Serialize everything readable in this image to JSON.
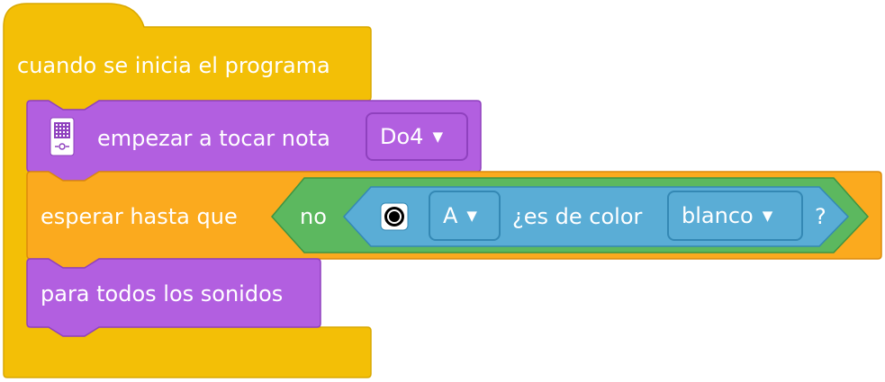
{
  "colors": {
    "event": "#F3BF06",
    "event_edge": "#D9A800",
    "sound": "#B25FE0",
    "sound_edge": "#8F41BE",
    "control": "#FBAA1E",
    "control_edge": "#DC8A0B",
    "operator": "#5CB85F",
    "operator_edge": "#3E9442",
    "sensing": "#5AADD6",
    "sensing_edge": "#3488B4"
  },
  "hat_block": {
    "label": "cuando se inicia el programa"
  },
  "play_note_block": {
    "icon": "hub-icon",
    "label": "empezar a tocar nota",
    "note_value": "Do4"
  },
  "wait_until_block": {
    "label": "esperar hasta que",
    "not_label": "no",
    "sensor_icon": "color-sensor-icon",
    "port_value": "A",
    "is_color_label": "¿es de color",
    "color_value": "blanco",
    "question_mark": "?"
  },
  "stop_sounds_block": {
    "label": "para todos los sonidos"
  }
}
